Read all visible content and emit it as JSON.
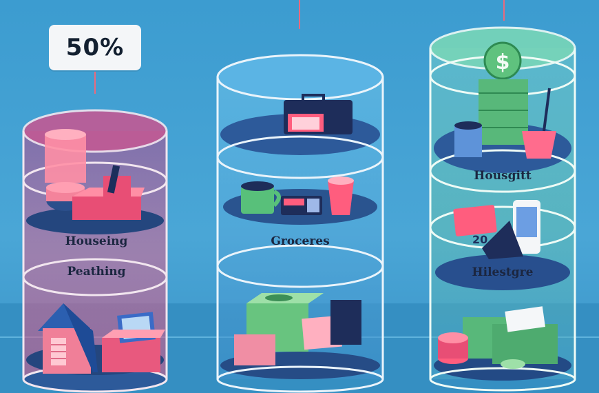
{
  "badge": {
    "value": "50%"
  },
  "jars": [
    {
      "name": "housing-jar",
      "labels": [
        "Houseing",
        "Peathing"
      ],
      "color": "#d9527e"
    },
    {
      "name": "groceries-jar",
      "labels": [
        "Groceres"
      ],
      "color": "#4f7fcf"
    },
    {
      "name": "savings-jar",
      "labels": [
        "Housgitt",
        "Hilestgre"
      ],
      "color": "#6fcf8f"
    }
  ],
  "icons": [
    "dollar-coin-icon",
    "house-icon",
    "cash-stack-icon",
    "mug-icon",
    "calculator-icon",
    "credit-card-icon",
    "phone-icon",
    "box-icon",
    "cup-icon"
  ]
}
